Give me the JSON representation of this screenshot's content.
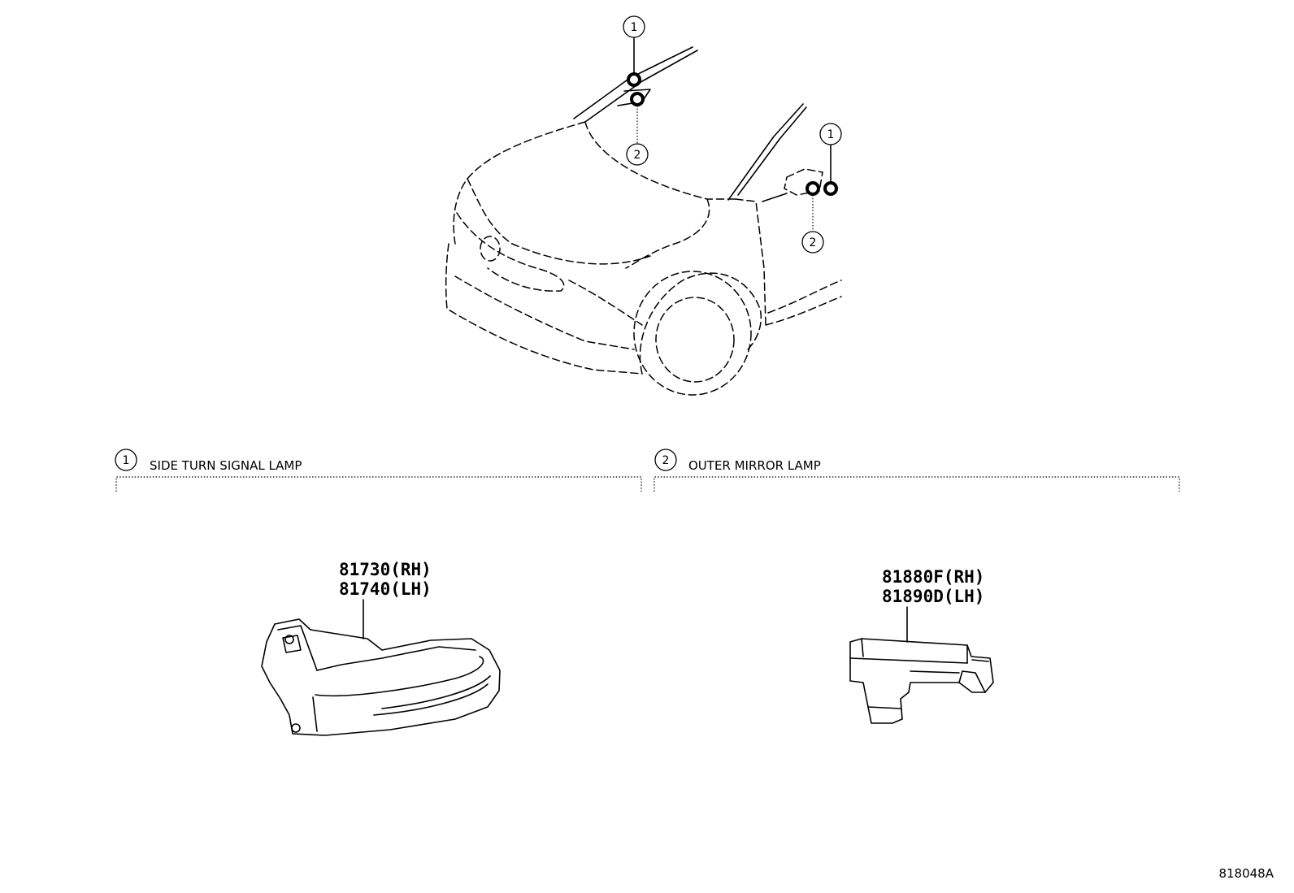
{
  "callouts": {
    "one": "1",
    "two": "2"
  },
  "sections": [
    {
      "number": "1",
      "title": "SIDE TURN SIGNAL LAMP",
      "parts": [
        "81730(RH)",
        "81740(LH)"
      ]
    },
    {
      "number": "2",
      "title": "OUTER MIRROR LAMP",
      "parts": [
        "81880F(RH)",
        "81890D(LH)"
      ]
    }
  ],
  "figure_code": "818048A"
}
